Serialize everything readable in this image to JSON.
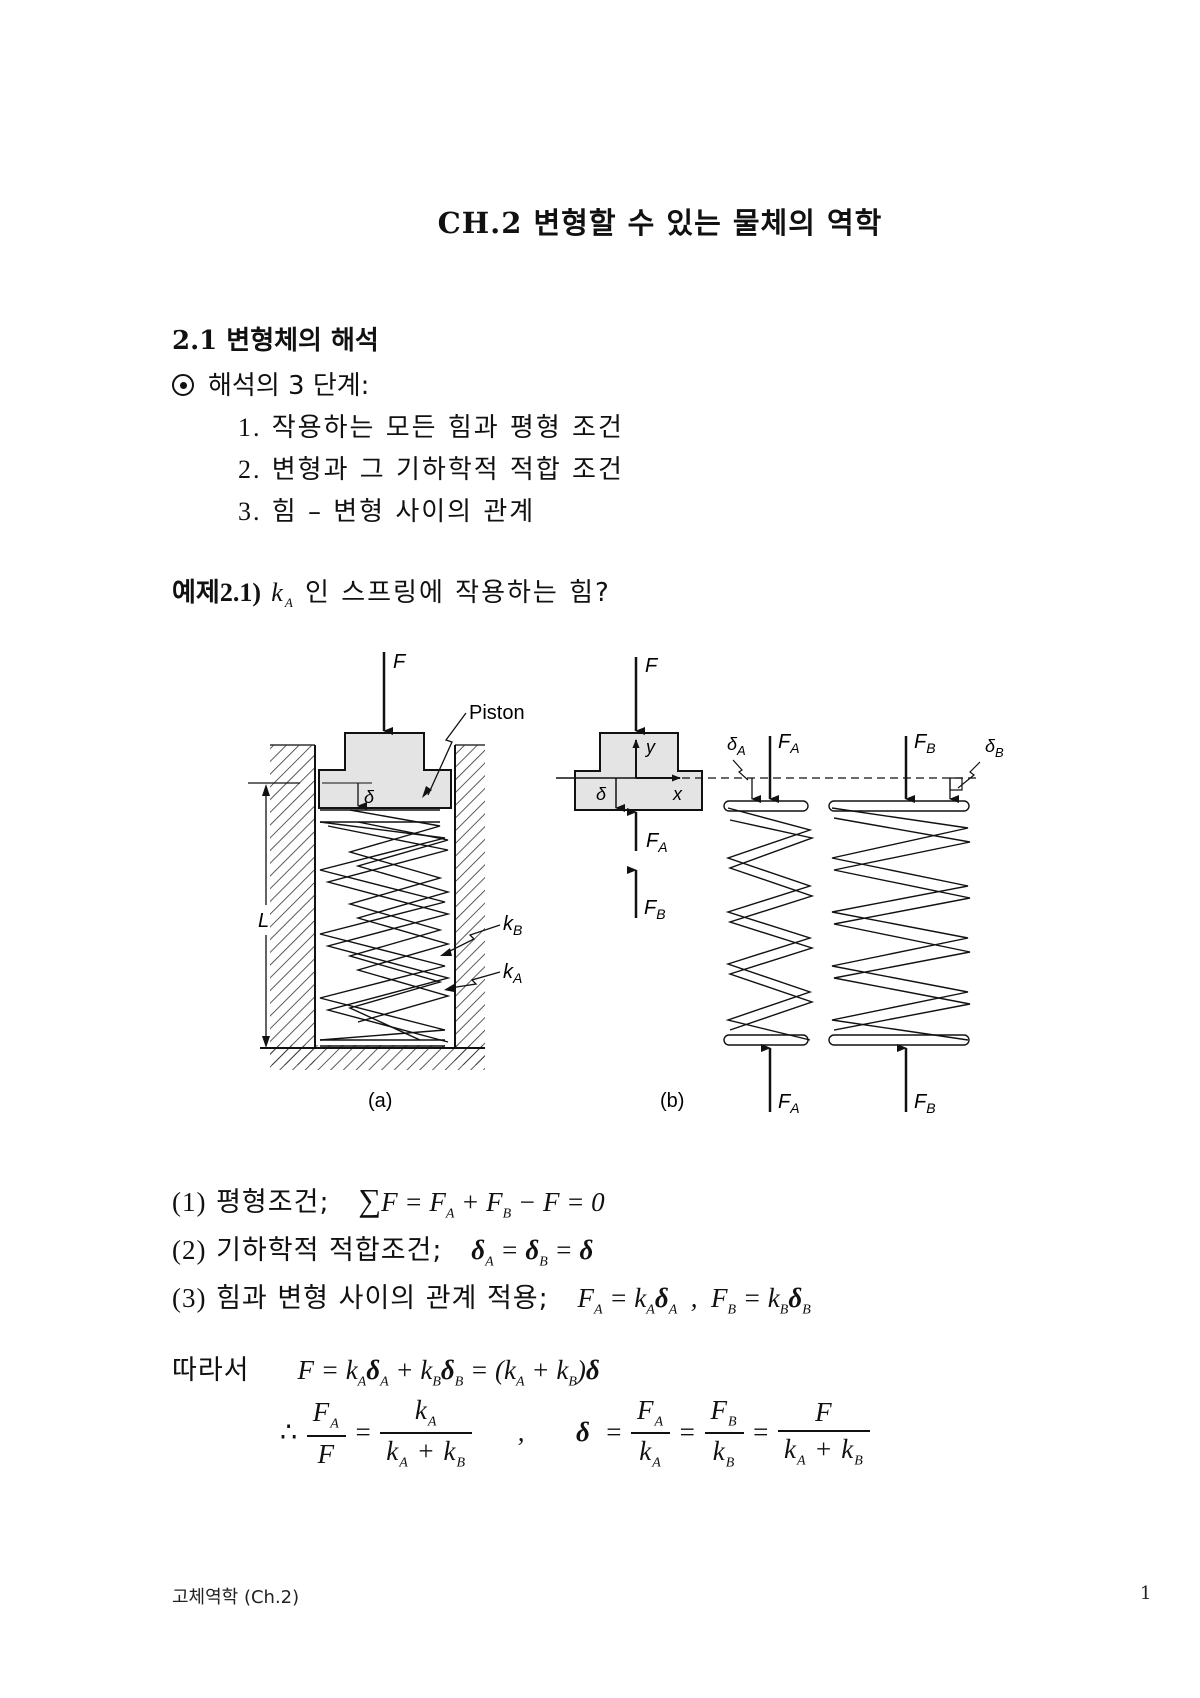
{
  "document": {
    "title": "CH.2 변형할 수 있는 물체의 역학",
    "section": "2.1 변형체의 해석",
    "bullet": "해석의 3 단계:",
    "steps": [
      {
        "num": "1.",
        "text": "작용하는 모든 힘과 평형 조건"
      },
      {
        "num": "2.",
        "text": "변형과 그 기하학적 적합 조건"
      },
      {
        "num": "3.",
        "text": "힘 – 변형 사이의 관계"
      }
    ],
    "example": {
      "label": "예제2.1)",
      "symbol": "k",
      "symbol_sub": "A",
      "question": "인 스프링에 작용하는 힘?"
    }
  },
  "figure": {
    "panel_a": {
      "caption": "(a)",
      "force_label": "F",
      "piston_label": "Piston",
      "delta_label": "δ",
      "length_label": "L",
      "kb_label": "k",
      "kb_sub": "B",
      "ka_label": "k",
      "ka_sub": "A"
    },
    "panel_b": {
      "caption": "(b)",
      "force_label": "F",
      "y_axis": "y",
      "x_axis": "x",
      "delta_label": "δ",
      "fa_label": "F",
      "fa_sub": "A",
      "fb_label": "F",
      "fb_sub": "B",
      "delta_a": "δ",
      "delta_a_sub": "A",
      "delta_b": "δ",
      "delta_b_sub": "B"
    },
    "colors": {
      "piston_fill": "#e4e4e4",
      "line": "#111111"
    }
  },
  "equations": {
    "eq1": {
      "num": "(1)",
      "label": "평형조건;",
      "expr": "∑F = F_A + F_B − F = 0"
    },
    "eq2": {
      "num": "(2)",
      "label": "기하학적 적합조건;",
      "expr": "δ_A = δ_B = δ"
    },
    "eq3": {
      "num": "(3)",
      "label": "힘과 변형 사이의 관계 적용;",
      "expr1": "F_A = k_A δ_A",
      "expr2": "F_B = k_B δ_B"
    },
    "therefore_label": "따라서",
    "eq4": "F = k_A δ_A + k_B δ_B = (k_A + k_B)δ",
    "eq5": "∴ F_A / F = k_A / (k_A + k_B)",
    "eq6": "δ = F_A / k_A = F_B / k_B = F / (k_A + k_B)"
  },
  "footer": {
    "left": "고체역학 (Ch.2)",
    "page": "1"
  }
}
